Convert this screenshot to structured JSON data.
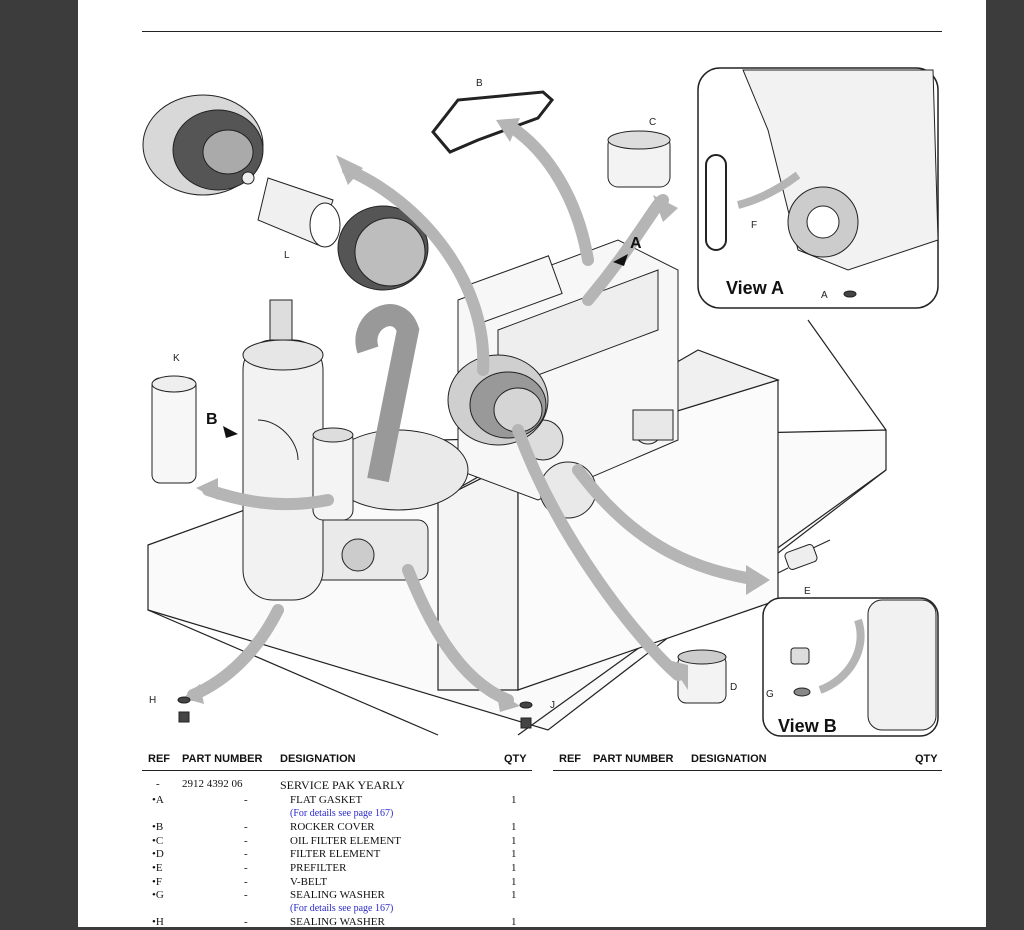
{
  "callouts": {
    "a_arrow": "A",
    "b_arrow": "B",
    "B": "B",
    "C": "C",
    "D": "D",
    "E": "E",
    "F": "F",
    "G": "G",
    "H": "H",
    "J": "J",
    "K": "K",
    "L": "L",
    "A_small": "A"
  },
  "views": {
    "view_a": "View A",
    "view_b": "View B"
  },
  "table": {
    "headers": {
      "ref": "REF",
      "part_number": "PART NUMBER",
      "designation": "DESIGNATION",
      "qty": "QTY"
    },
    "rows": [
      {
        "ref": "-",
        "part": "2912 4392 06",
        "designation": "SERVICE PAK YEARLY",
        "qty": ""
      },
      {
        "ref": "•A",
        "part": "-",
        "designation": "FLAT GASKET",
        "qty": "1"
      },
      {
        "ref": "",
        "part": "",
        "designation": "(For details see page 167)",
        "qty": ""
      },
      {
        "ref": "•B",
        "part": "-",
        "designation": "ROCKER COVER",
        "qty": "1"
      },
      {
        "ref": "•C",
        "part": "-",
        "designation": "OIL FILTER ELEMENT",
        "qty": "1"
      },
      {
        "ref": "•D",
        "part": "-",
        "designation": "FILTER ELEMENT",
        "qty": "1"
      },
      {
        "ref": "•E",
        "part": "-",
        "designation": "PREFILTER",
        "qty": "1"
      },
      {
        "ref": "•F",
        "part": "-",
        "designation": "V-BELT",
        "qty": "1"
      },
      {
        "ref": "•G",
        "part": "-",
        "designation": "SEALING WASHER",
        "qty": "1"
      },
      {
        "ref": "",
        "part": "",
        "designation": "(For details see page 167)",
        "qty": ""
      },
      {
        "ref": "•H",
        "part": "-",
        "designation": "SEALING WASHER",
        "qty": "1"
      }
    ]
  }
}
